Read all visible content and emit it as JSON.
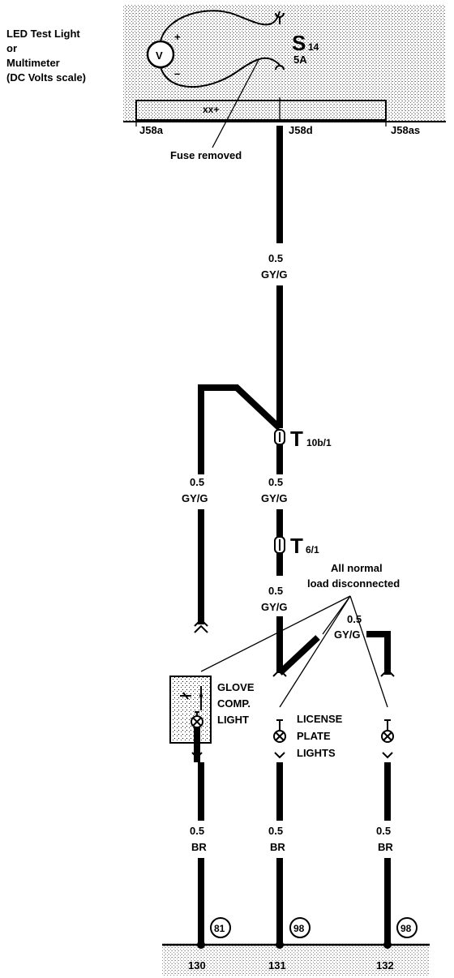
{
  "meter": {
    "label_line1": "LED Test Light",
    "label_line2": "or",
    "label_line3": "Multimeter",
    "label_line4": "(DC Volts scale)",
    "symbol": "V",
    "plus": "+",
    "minus": "–"
  },
  "fuse": {
    "letter": "S",
    "subscript": "14",
    "rating": "5A",
    "note": "Fuse removed"
  },
  "fuse_panel": {
    "connector_left": "J58a",
    "connector_mid": "J58d",
    "connector_right": "J58as"
  },
  "wires": {
    "main_upper": {
      "gauge": "0.5",
      "color": "GY/G"
    },
    "branch_left": {
      "gauge": "0.5",
      "color": "GY/G"
    },
    "main_mid": {
      "gauge": "0.5",
      "color": "GY/G"
    },
    "main_lower": {
      "gauge": "0.5",
      "color": "GY/G"
    },
    "right_branch": {
      "gauge": "0.5",
      "color": "GY/G"
    },
    "ground_left": {
      "gauge": "0.5",
      "color": "BR"
    },
    "ground_mid": {
      "gauge": "0.5",
      "color": "BR"
    },
    "ground_right": {
      "gauge": "0.5",
      "color": "BR"
    }
  },
  "connectors": {
    "t10b": {
      "letter": "T",
      "subscript": "10b/1"
    },
    "t6": {
      "letter": "T",
      "subscript": "6/1"
    }
  },
  "annotation": {
    "line1": "All normal",
    "line2": "load disconnected"
  },
  "components": {
    "glove_comp": {
      "line1": "GLOVE",
      "line2": "COMP.",
      "line3": "LIGHT"
    },
    "license_plate": {
      "line1": "LICENSE",
      "line2": "PLATE",
      "line3": "LIGHTS"
    }
  },
  "ground_refs": {
    "left": {
      "circle": "81",
      "number": "130"
    },
    "mid": {
      "circle": "98",
      "number": "131"
    },
    "right": {
      "circle": "98",
      "number": "132"
    }
  }
}
